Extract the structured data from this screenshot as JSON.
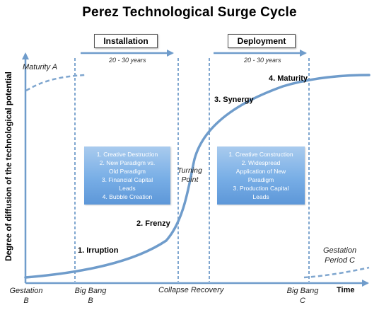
{
  "title": "Perez Technological Surge Cycle",
  "phases": {
    "installation": {
      "label": "Installation",
      "duration": "20 - 30 years"
    },
    "deployment": {
      "label": "Deployment",
      "duration": "20 - 30 years"
    }
  },
  "axes": {
    "y_label": "Degree of diffusion of the technological potential",
    "x_label": "Time"
  },
  "stages": {
    "irruption": "1. Irruption",
    "frenzy": "2. Frenzy",
    "synergy": "3. Synergy",
    "maturity": "4. Maturity"
  },
  "turning_point": {
    "line1": "Turning",
    "line2": "Point"
  },
  "maturity_a": "Maturity A",
  "gestation_period_c": {
    "line1": "Gestation",
    "line2": "Period C"
  },
  "x_markers": {
    "gestation_b": {
      "line1": "Gestation",
      "line2": "B"
    },
    "big_bang_b": {
      "line1": "Big Bang",
      "line2": "B"
    },
    "collapse_recovery": "Collapse Recovery",
    "big_bang_c": {
      "line1": "Big Bang",
      "line2": "C"
    }
  },
  "installation_box": [
    "1. Creative Destruction",
    "2. New Paradigm vs.",
    "Old Paradigm",
    "3. Financial Capital",
    "Leads",
    "4. Bubble Creation"
  ],
  "deployment_box": [
    "1. Creative Construction",
    "2. Widespread",
    "Application of New",
    "Paradigm",
    "3. Production Capital",
    "Leads"
  ],
  "colors": {
    "curve": "#6f9ccb",
    "axis": "#6f9ccb",
    "dashed_line": "#7fa6cf",
    "box_fill": "#78aee6"
  }
}
